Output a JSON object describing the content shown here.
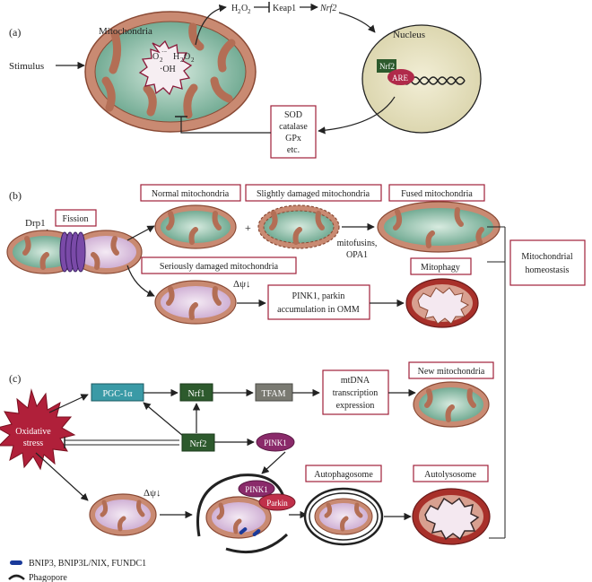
{
  "panel_a": {
    "label": "(a)",
    "stimulus": "Stimulus",
    "mito_title": "Mitochondria",
    "ros_o2": "O",
    "ros_o2_sup": "2",
    "ros_o2_charge": "·−",
    "ros_h2o2": "H",
    "ros_h2o2_2": "2",
    "ros_h2o2_o": "O",
    "ros_h2o2_2b": "2",
    "ros_oh": "·OH",
    "h2o2_top": "H",
    "h2o2_top_2": "2",
    "h2o2_top_o": "O",
    "h2o2_top_2b": "2",
    "keap1": "Keap1",
    "nrf2_arrow": "Nrf2",
    "nucleus_title": "Nucleus",
    "nrf2_box": "Nrf2",
    "are": "ARE",
    "enzymes": [
      "SOD",
      "catalase",
      "GPx",
      "etc."
    ]
  },
  "panel_b": {
    "label": "(b)",
    "drp1": "Drp1",
    "fission": "Fission",
    "normal": "Normal mitochondria",
    "slightly": "Slightly damaged mitochondria",
    "fused": "Fused mitochondria",
    "plus": "+",
    "mitofusins": [
      "mitofusins,",
      "OPA1"
    ],
    "seriously": "Seriously damaged mitochondria",
    "mitophagy": "Mitophagy",
    "delta_psi": "Δψ↓",
    "pink1_parkin": [
      "PINK1, parkin",
      "accumulation in OMM"
    ],
    "homeostasis": [
      "Mitochondrial",
      "homeostasis"
    ]
  },
  "panel_c": {
    "label": "(c)",
    "oxidative": [
      "Oxidative",
      "stress"
    ],
    "pgc": "PGC-1α",
    "nrf1": "Nrf1",
    "tfam": "TFAM",
    "mtdna": [
      "mtDNA",
      "transcription",
      "expression"
    ],
    "new_mito": "New mitochondria",
    "nrf2": "Nrf2",
    "pink1": "PINK1",
    "delta_psi": "Δψ↓",
    "pink1_small": "PINK1",
    "parkin": "Parkin",
    "autophagosome": "Autophagosome",
    "autolysosome": "Autolysosome"
  },
  "legend": {
    "bnip": "BNIP3, BNIP3L/NIX, FUNDC1",
    "phagopore": "Phagopore"
  },
  "colors": {
    "outer_mito": "#c98a72",
    "outer_stroke": "#8a4a35",
    "matrix_green": "#8fbfa8",
    "matrix_pink": "#e2cde6",
    "red_box": "#a0203a",
    "nucleus": "#ebe6c4",
    "pgc_fill": "#3a9aa6",
    "nrf_fill": "#2d5a2d",
    "tfam_fill": "#7a7a72",
    "pink1_fill": "#8a2a6a",
    "parkin_fill": "#c0304a",
    "stress_fill": "#b0203a",
    "legend_blue": "#1a3a9a"
  }
}
